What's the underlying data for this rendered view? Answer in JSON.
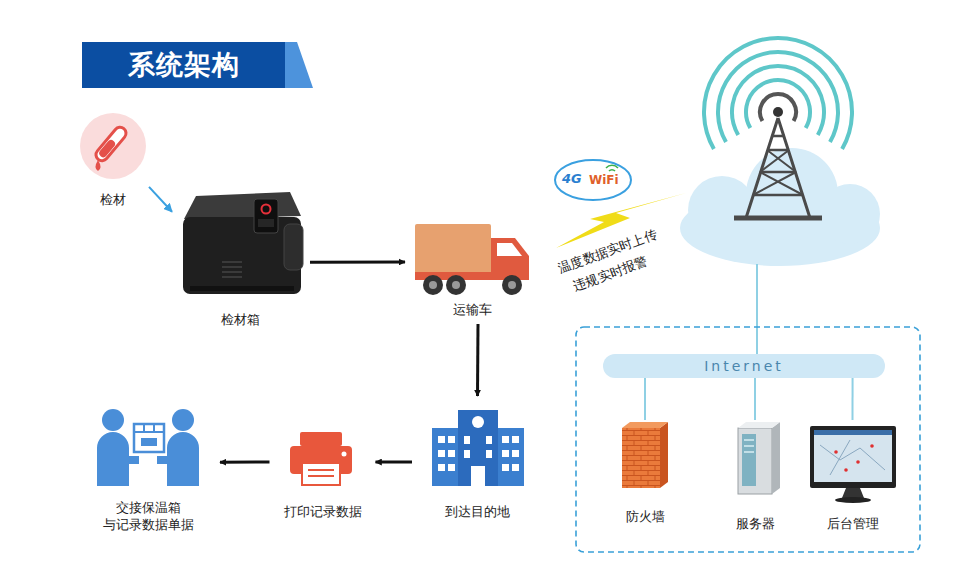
{
  "diagram": {
    "title": "系统架构",
    "nodes": [
      {
        "text": [
          "检材"
        ]
      },
      {
        "text": [
          "检材箱"
        ]
      },
      {
        "text": [
          "运输车"
        ]
      },
      {
        "text": [
          "到达目的地"
        ]
      },
      {
        "text": [
          "打印记录数据"
        ]
      },
      {
        "text": [
          "交接保温箱 与记录数据单据"
        ]
      },
      {
        "text": [
          "Internet"
        ]
      },
      {
        "text": [
          "防火墙"
        ]
      },
      {
        "text": [
          "服务器"
        ]
      },
      {
        "text": [
          "后台管理"
        ]
      }
    ],
    "edges": [
      {
        "from": 0,
        "to": 1,
        "arrow": "to"
      },
      {
        "from": 1,
        "to": 2,
        "arrow": "to"
      },
      {
        "from": 2,
        "to": 3,
        "arrow": "to"
      },
      {
        "from": 3,
        "to": 4,
        "arrow": "to"
      },
      {
        "from": 4,
        "to": 5,
        "arrow": "to"
      },
      {
        "from": 6,
        "to": 7,
        "arrow": "none"
      },
      {
        "from": 6,
        "to": 8,
        "arrow": "none"
      },
      {
        "from": 6,
        "to": 9,
        "arrow": "none"
      }
    ],
    "labels": [
      "4G",
      "WiFi",
      "温度数据实时上传",
      "违规实时报警"
    ]
  }
}
